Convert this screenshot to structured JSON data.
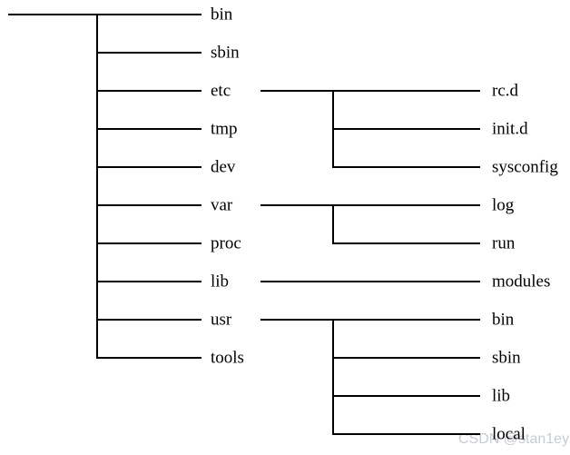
{
  "diagram": {
    "kind": "linux-filesystem-directory-tree",
    "colors": {
      "line": "#000000",
      "text": "#000000"
    },
    "tree": {
      "root_label": "",
      "children": [
        {
          "label": "bin"
        },
        {
          "label": "sbin"
        },
        {
          "label": "etc",
          "children": [
            {
              "label": "rc.d"
            },
            {
              "label": "init.d"
            },
            {
              "label": "sysconfig"
            }
          ]
        },
        {
          "label": "tmp"
        },
        {
          "label": "dev"
        },
        {
          "label": "var",
          "children": [
            {
              "label": "log"
            },
            {
              "label": "run"
            }
          ]
        },
        {
          "label": "proc"
        },
        {
          "label": "lib",
          "children": [
            {
              "label": "modules"
            }
          ]
        },
        {
          "label": "usr",
          "children": [
            {
              "label": "bin"
            },
            {
              "label": "sbin"
            },
            {
              "label": "lib"
            },
            {
              "label": "local"
            }
          ]
        },
        {
          "label": "tools"
        }
      ]
    }
  },
  "watermark": {
    "text": "CSDN @stan1ey",
    "color": "#c7cbd3"
  }
}
